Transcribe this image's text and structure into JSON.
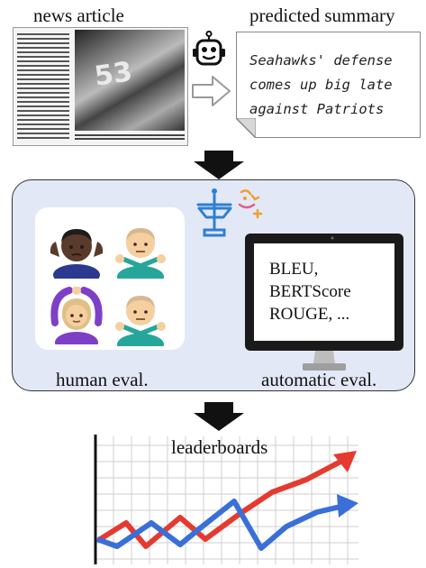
{
  "labels": {
    "news_article": "news article",
    "predicted_summary": "predicted summary",
    "human_eval": "human eval.",
    "automatic_eval": "automatic eval.",
    "leaderboards": "leaderboards"
  },
  "summary_lines": [
    "Seahawks' defense",
    "comes up big late",
    "against Patriots"
  ],
  "metric_lines": [
    "BLEU,",
    "BERTScore",
    "ROUGE, ..."
  ],
  "icons": [
    "robot-icon",
    "outline-arrow-icon",
    "down-arrow-icon",
    "scale-icon",
    "gesture-emoji",
    "monitor-icon",
    "line-chart"
  ],
  "colors": {
    "panel": "#e3e8f6",
    "red_line": "#e53a2f",
    "blue_line": "#3a6fd8",
    "accent_orange": "#f0a030"
  }
}
